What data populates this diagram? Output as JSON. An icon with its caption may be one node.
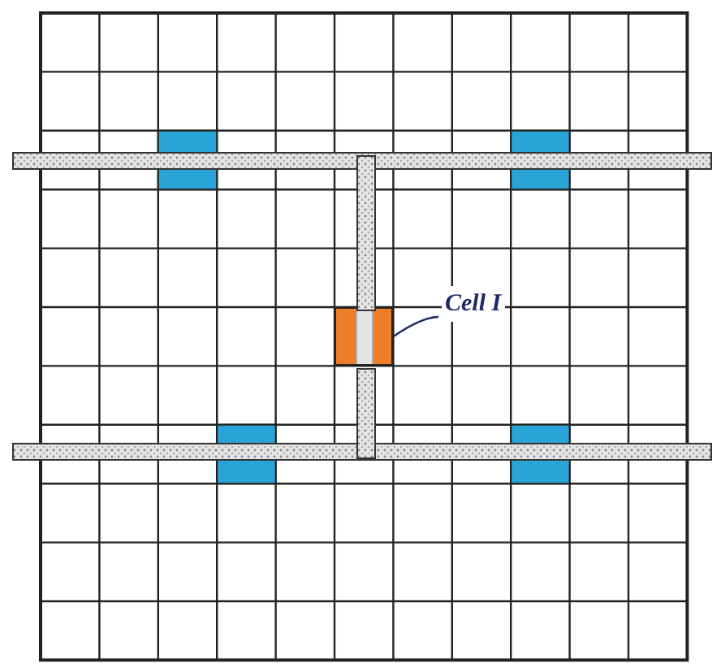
{
  "diagram": {
    "nodes": [
      {
        "text": [
          "Cell I"
        ]
      },
      {
        "text": [],
        "shape": "box"
      }
    ],
    "edges": [
      {
        "from": 0,
        "to": 1,
        "arrow": "none"
      }
    ]
  }
}
